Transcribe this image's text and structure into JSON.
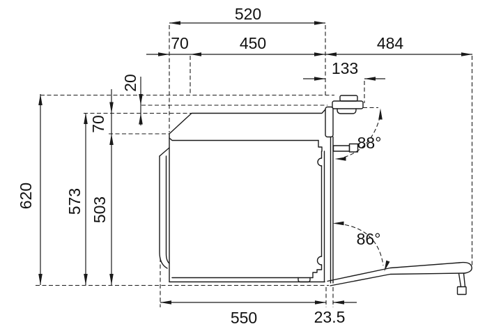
{
  "dims": {
    "top_overall": "520",
    "top_rear": "70",
    "top_front": "450",
    "door_open_reach": "484",
    "handle_reach": "133",
    "clearance_top": "20",
    "vent_height": "70",
    "height_overall": "620",
    "height_body": "573",
    "height_opening": "503",
    "depth_body": "550",
    "door_thickness": "23.5",
    "angle_handle": "88°",
    "angle_door": "86°"
  }
}
